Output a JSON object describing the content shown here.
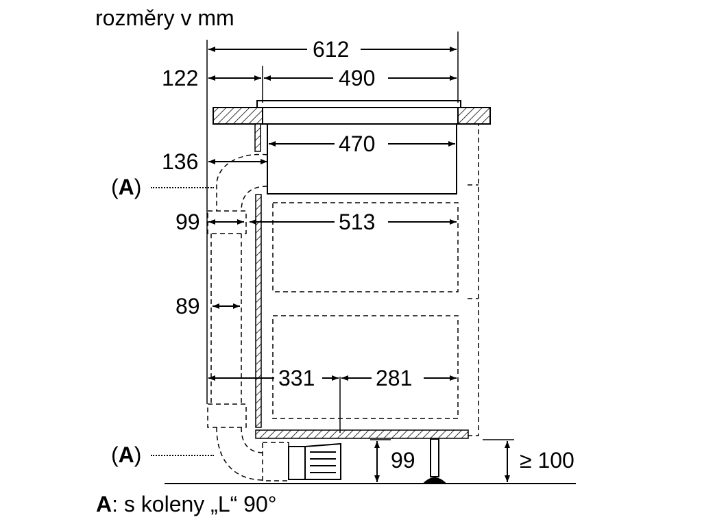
{
  "header": {
    "unit_note": "rozměry v mm"
  },
  "dimensions": {
    "overall_width": "612",
    "cooktop_width": "490",
    "left_overhang": "122",
    "housing_width": "470",
    "duct_offset": "136",
    "duct_width_upper": "99",
    "cabinet_depth": "513",
    "duct_width_lower": "89",
    "rear_to_outlet": "331",
    "outlet_to_front": "281",
    "plinth_height": "99",
    "min_clearance": "≥ 100"
  },
  "callouts": {
    "open": "(",
    "letter": "A",
    "close": ")"
  },
  "legend": {
    "letter": "A",
    "text": ": s koleny „L“ 90°"
  }
}
